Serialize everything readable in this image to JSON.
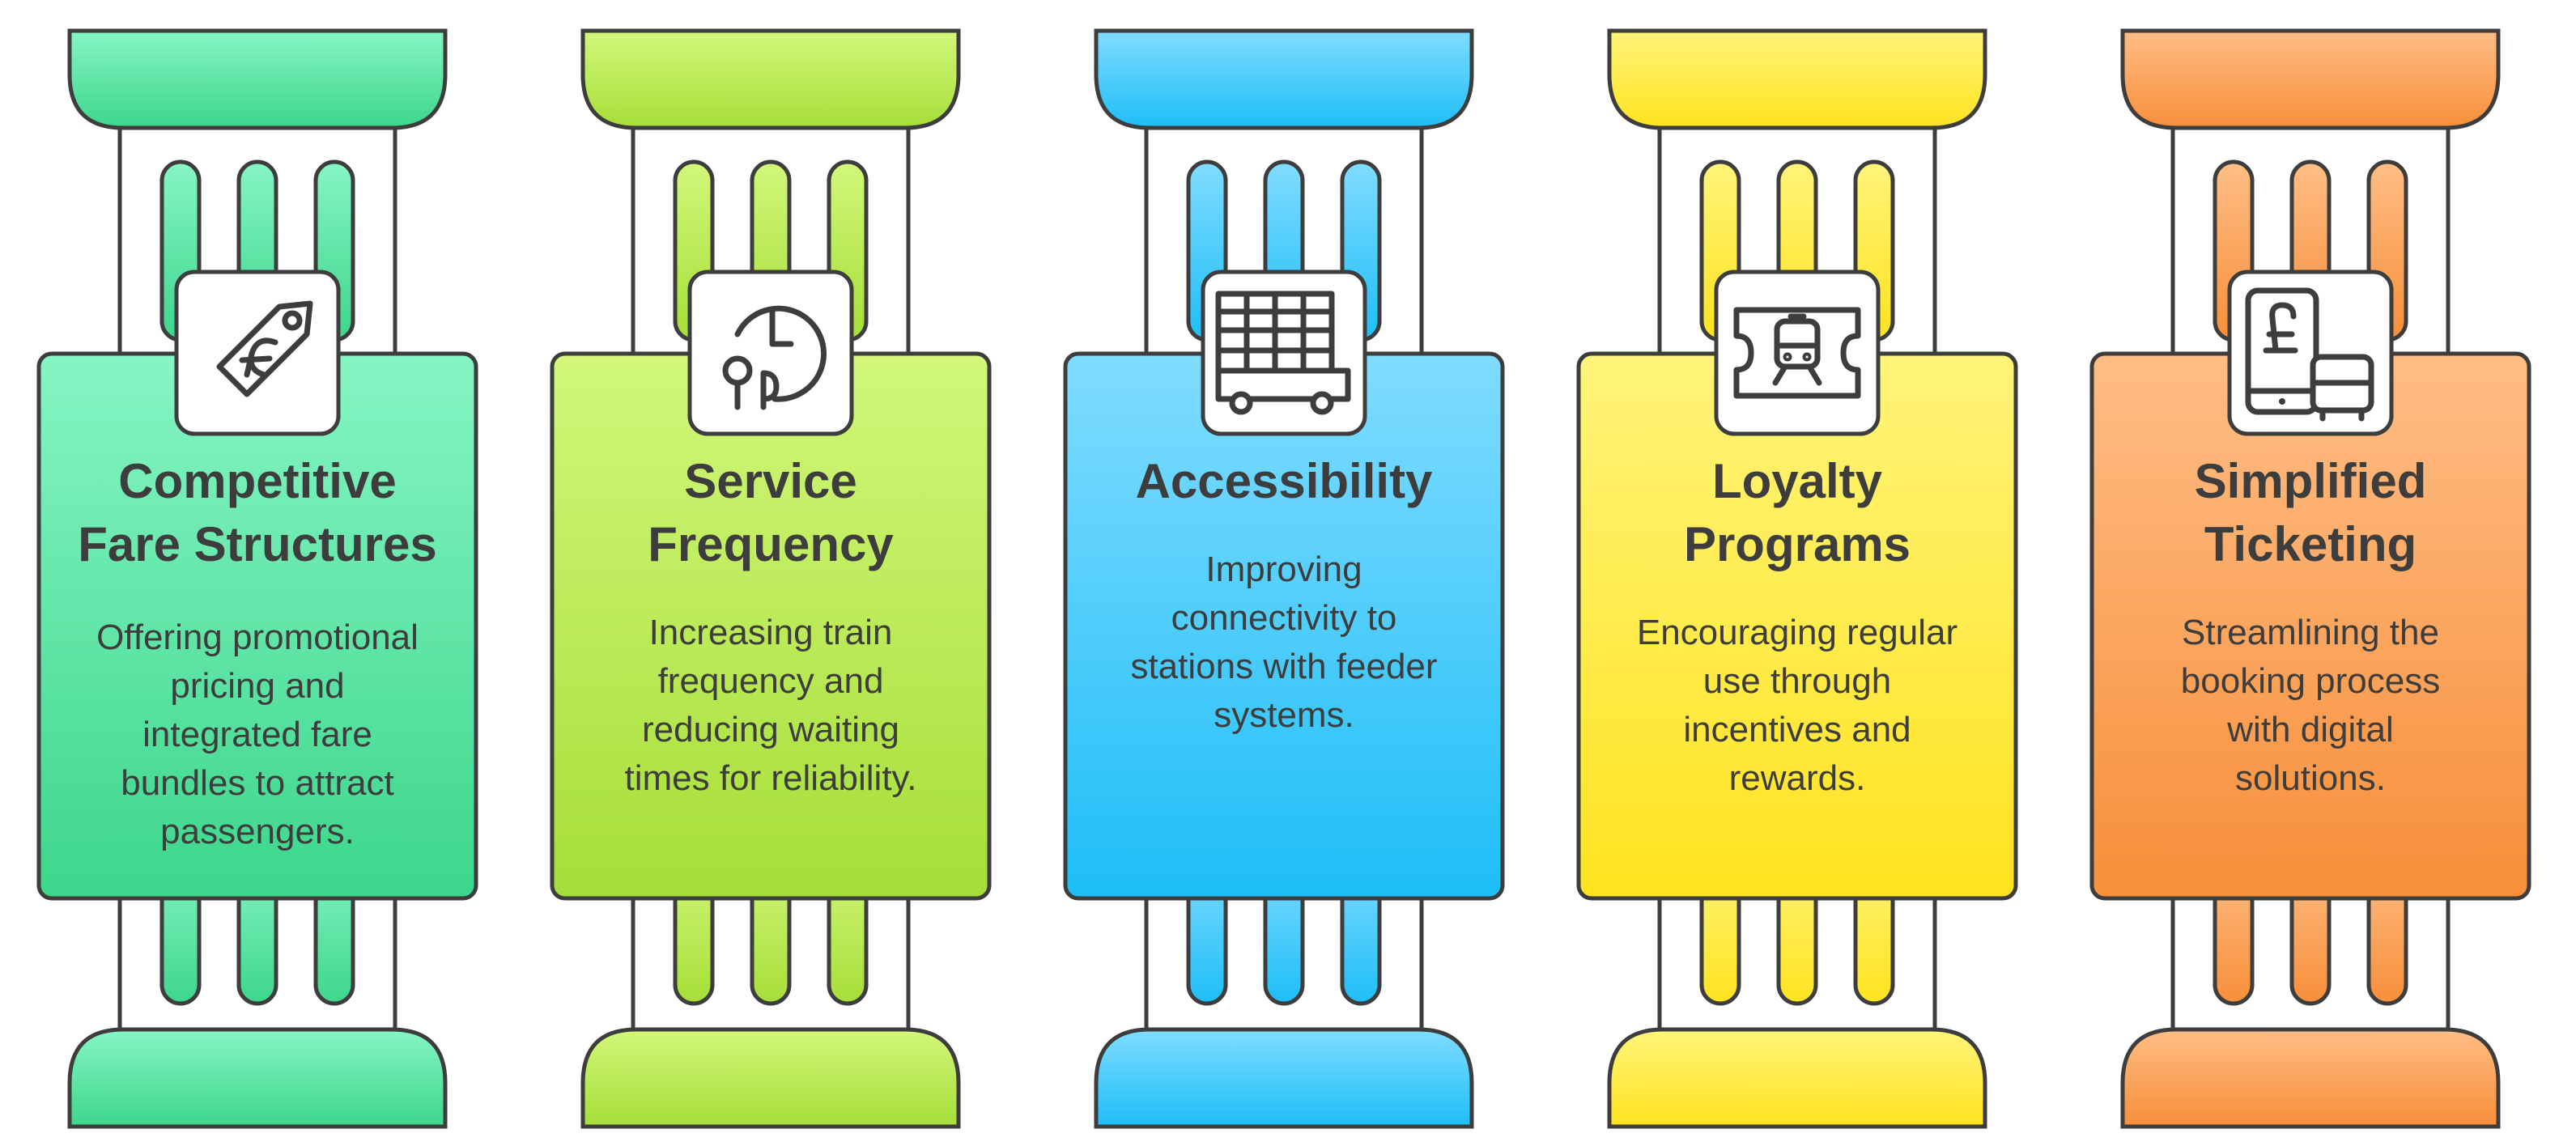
{
  "pillars": [
    {
      "id": "competitive-fare",
      "icon": "price-tag-icon",
      "title_lines": [
        "Competitive",
        "Fare Structures"
      ],
      "desc_lines": [
        "Offering promotional",
        "pricing and",
        "integrated fare",
        "bundles to attract",
        "passengers."
      ],
      "colors": {
        "light": "#86f5c4",
        "dark": "#3dd68c"
      }
    },
    {
      "id": "service-frequency",
      "icon": "clock-with-pins-icon",
      "title_lines": [
        "Service",
        "Frequency"
      ],
      "desc_lines": [
        "Increasing train",
        "frequency and",
        "reducing waiting",
        "times for reliability."
      ],
      "colors": {
        "light": "#d2f77a",
        "dark": "#a6de38"
      }
    },
    {
      "id": "accessibility",
      "icon": "bus-icon",
      "title_lines": [
        "Accessibility"
      ],
      "desc_lines": [
        "Improving",
        "connectivity to",
        "stations with feeder",
        "systems."
      ],
      "colors": {
        "light": "#80dcff",
        "dark": "#1ebef7"
      }
    },
    {
      "id": "loyalty-programs",
      "icon": "train-ticket-icon",
      "title_lines": [
        "Loyalty",
        "Programs"
      ],
      "desc_lines": [
        "Encouraging regular",
        "use through",
        "incentives and",
        "rewards."
      ],
      "colors": {
        "light": "#fff47a",
        "dark": "#ffe31f"
      }
    },
    {
      "id": "simplified-ticketing",
      "icon": "phone-pound-bus-icon",
      "title_lines": [
        "Simplified",
        "Ticketing"
      ],
      "desc_lines": [
        "Streamlining the",
        "booking process",
        "with digital",
        "solutions."
      ],
      "colors": {
        "light": "#ffbd85",
        "dark": "#f78f3a"
      }
    }
  ]
}
